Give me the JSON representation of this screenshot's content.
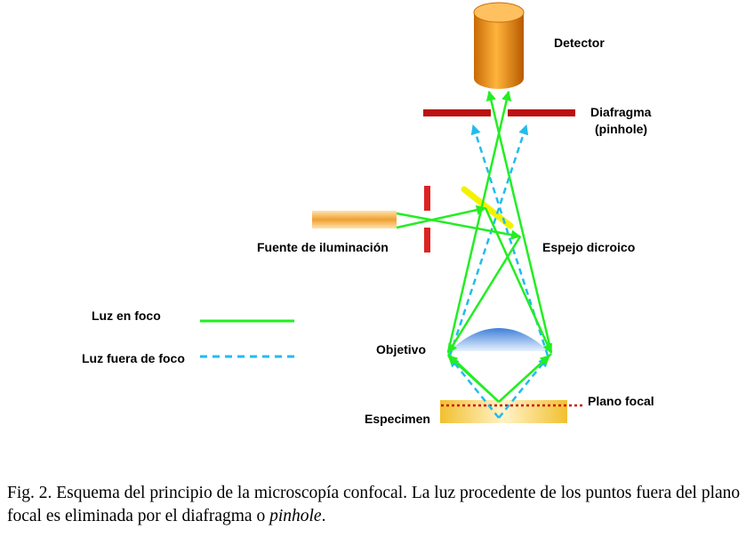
{
  "labels": {
    "detector": "Detector",
    "pinhole_line1": "Diafragma",
    "pinhole_line2": "(pinhole)",
    "light_source": "Fuente de iluminación",
    "dichroic": "Espejo dicroico",
    "objective": "Objetivo",
    "focal_plane": "Plano focal",
    "specimen": "Especimen"
  },
  "legend": {
    "in_focus": "Luz en foco",
    "out_of_focus": "Luz fuera de  foco"
  },
  "caption": {
    "main": "Fig. 2. Esquema del principio de la microscopía confocal. La luz procedente de los puntos fuera del plano focal es eliminada por el diafragma o ",
    "italic": "pinhole",
    "end": "."
  },
  "colors": {
    "in_focus": "#22ee22",
    "out_of_focus": "#22bbee",
    "pinhole": "#bb1111",
    "mirror": "#f2f200",
    "focal_plane": "#cc1111",
    "detector": "#e08a18",
    "source": "#f0a030",
    "lens": "#4f8fdf",
    "specimen": "#f2c030"
  }
}
